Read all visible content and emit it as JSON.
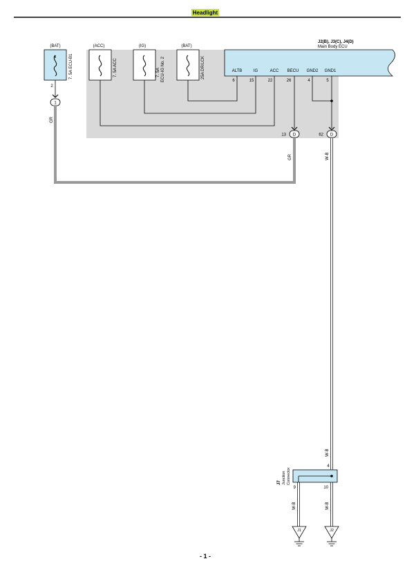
{
  "header": {
    "title": "Headlight"
  },
  "ecu": {
    "codes": "J2(B), J3(C), J4(D)",
    "name": "Main Body ECU",
    "pins": [
      {
        "label": "ALTB",
        "num": "6"
      },
      {
        "label": "IG",
        "num": "15"
      },
      {
        "label": "ACC",
        "num": "22"
      },
      {
        "label": "BECU",
        "num": "26"
      },
      {
        "label": "GND2",
        "num": "4"
      },
      {
        "label": "GND1",
        "num": "5"
      }
    ]
  },
  "fuses": [
    {
      "source": "(BAT)",
      "name": "7. 5A ECU-B1",
      "pin": "2"
    },
    {
      "source": "(ACC)",
      "name": "7. 5A ACC"
    },
    {
      "source": "(IG)",
      "name": "7. 5A",
      "name2": "ECU-IG No. 2"
    },
    {
      "source": "(BAT)",
      "name": "25A DR/LCK"
    }
  ],
  "connectors": {
    "left": {
      "id": "1"
    },
    "becu": {
      "pin": "13",
      "id": "D"
    },
    "gnd": {
      "pin": "62",
      "id": "D"
    }
  },
  "wires": {
    "gr_left": "GR",
    "gr_right": "GR",
    "wb_top": "W-B",
    "wb_mid": "W-B",
    "wb_j1": "W-B",
    "wb_j2": "W-B"
  },
  "junction": {
    "code": "J7",
    "name1": "Junction",
    "name2": "Connector",
    "pin_in": "4",
    "pin_out1": "9",
    "pin_out2": "10"
  },
  "grounds": [
    {
      "label": "J1"
    },
    {
      "label": "J2"
    }
  ],
  "footer": {
    "page": "- 1 -"
  },
  "colors": {
    "ecu_fill": "#c6e6f3",
    "title_highlight": "#c7e23a",
    "gray_area": "#d9d9d9",
    "gr_wire": "#9a9a9a"
  }
}
